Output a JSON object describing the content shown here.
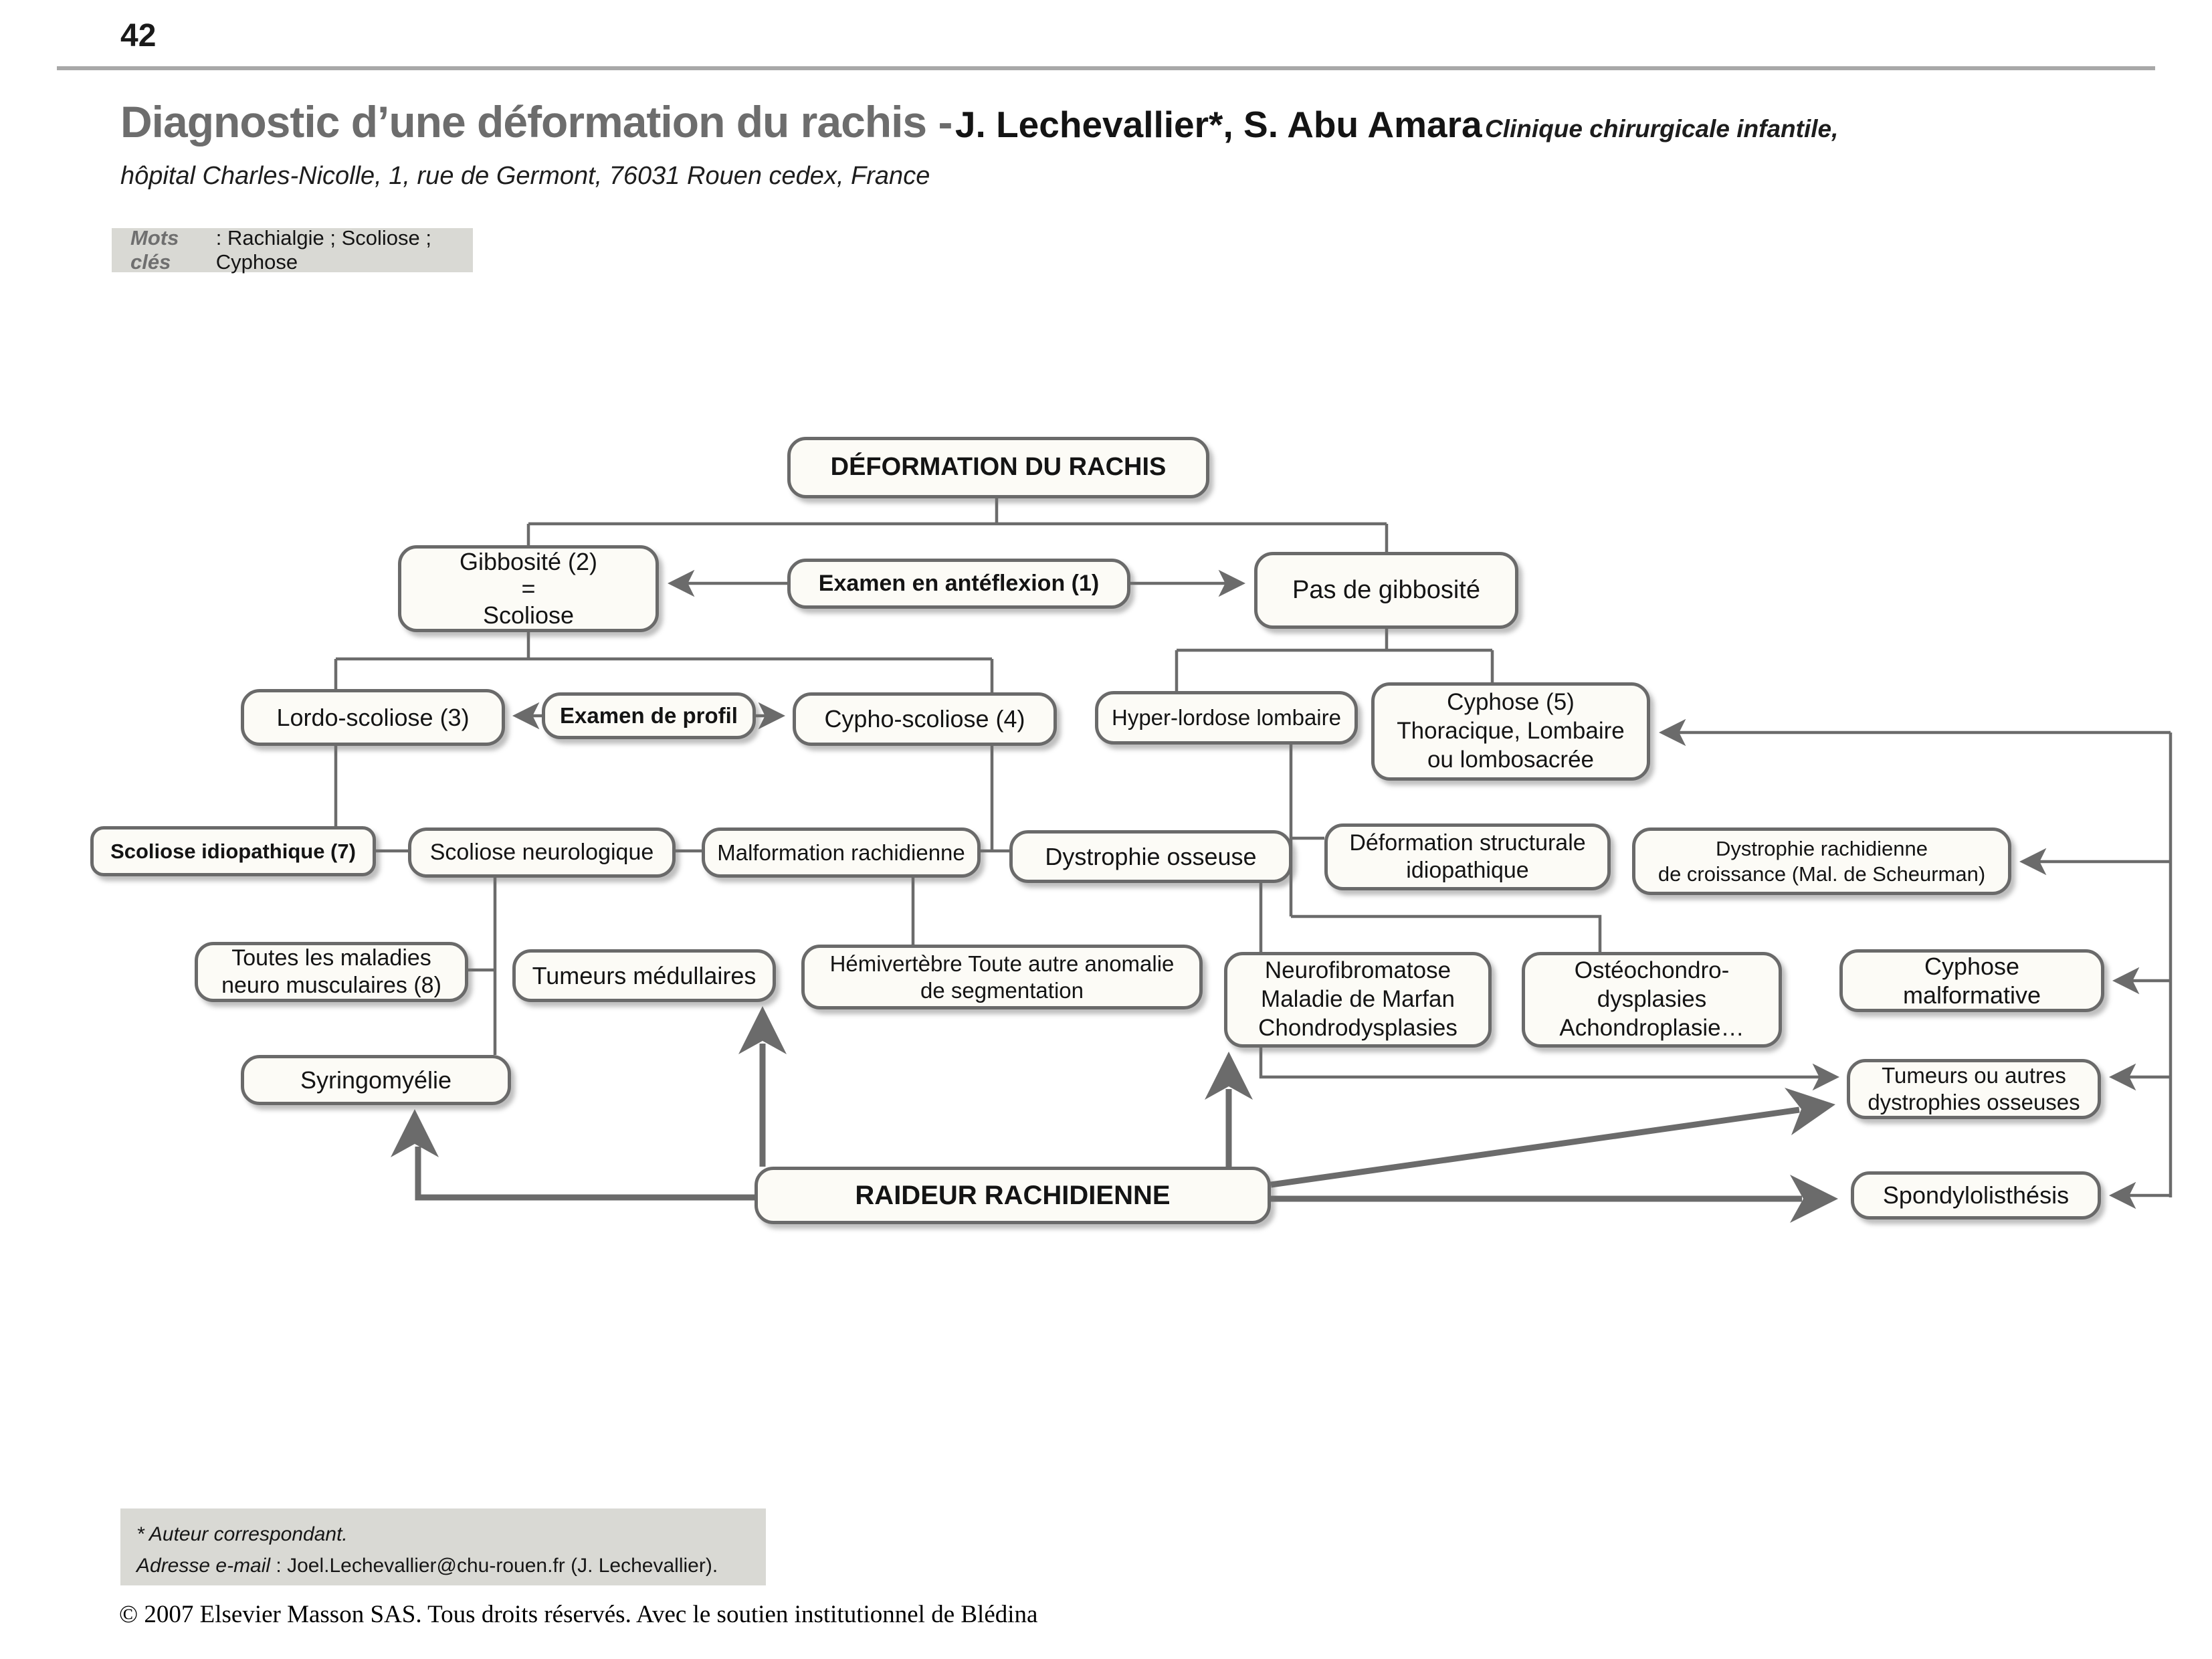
{
  "page_number": "42",
  "header": {
    "title_main": "Diagnostic d’une déformation du rachis -",
    "title_authors": "J. Lechevallier*, S. Abu Amara",
    "affiliation_inline": "Clinique chirurgicale infantile,",
    "affiliation_line2": "hôpital Charles-Nicolle, 1, rue de Germont, 76031 Rouen cedex, France"
  },
  "keywords": {
    "label": "Mots clés",
    "value": ": Rachialgie ; Scoliose ; Cyphose"
  },
  "diagram": {
    "nodes": {
      "deformation": {
        "lines": [
          "DÉFORMATION DU RACHIS"
        ]
      },
      "gibbosite": {
        "lines": [
          "Gibbosité (2)",
          "=",
          "Scoliose"
        ]
      },
      "examen_anteflexion": {
        "lines": [
          "Examen en antéflexion (1)"
        ]
      },
      "pas_gibbosite": {
        "lines": [
          "Pas de gibbosité"
        ]
      },
      "lordo_scoliose": {
        "lines": [
          "Lordo-scoliose (3)"
        ]
      },
      "examen_profil": {
        "lines": [
          "Examen de profil"
        ]
      },
      "cypho_scoliose": {
        "lines": [
          "Cypho-scoliose (4)"
        ]
      },
      "hyper_lordose": {
        "lines": [
          "Hyper-lordose lombaire"
        ]
      },
      "cyphose5": {
        "lines": [
          "Cyphose (5)",
          "Thoracique, Lombaire",
          "ou lombosacrée"
        ]
      },
      "scoliose_idiopathique": {
        "lines": [
          "Scoliose idiopathique (7)"
        ]
      },
      "scoliose_neurologique": {
        "lines": [
          "Scoliose neurologique"
        ]
      },
      "malformation": {
        "lines": [
          "Malformation rachidienne"
        ]
      },
      "dystrophie_osseuse": {
        "lines": [
          "Dystrophie osseuse"
        ]
      },
      "deformation_structurale": {
        "lines": [
          "Déformation structurale",
          "idiopathique"
        ]
      },
      "dystrophie_rachidienne": {
        "lines": [
          "Dystrophie rachidienne",
          "de croissance (Mal. de Scheurman)"
        ]
      },
      "maladies_neuro": {
        "lines": [
          "Toutes les maladies",
          "neuro musculaires (8)"
        ]
      },
      "tumeurs_medullaires": {
        "lines": [
          "Tumeurs médullaires"
        ]
      },
      "hemivertebre": {
        "lines": [
          "Hémivertèbre Toute autre anomalie",
          "de segmentation"
        ]
      },
      "neurofibromatose": {
        "lines": [
          "Neurofibromatose",
          "Maladie de Marfan",
          "Chondrodysplasies"
        ]
      },
      "osteochondro": {
        "lines": [
          "Ostéochondro-",
          "dysplasies",
          "Achondroplasie…"
        ]
      },
      "cyphose_malformative": {
        "lines": [
          "Cyphose",
          "malformative"
        ]
      },
      "syringomyelie": {
        "lines": [
          "Syringomyélie"
        ]
      },
      "tumeurs_autres": {
        "lines": [
          "Tumeurs ou autres",
          "dystrophies osseuses"
        ]
      },
      "raideur": {
        "lines": [
          "RAIDEUR RACHIDIENNE"
        ]
      },
      "spondylolisthesis": {
        "lines": [
          "Spondylolisthésis"
        ]
      }
    },
    "edges": [
      "deformation-du-rachis - gibbosite-scoliose",
      "deformation-du-rachis - pas-de-gibbosite",
      "examen-anteflexion => gibbosite-scoliose",
      "examen-anteflexion => pas-de-gibbosite",
      "gibbosite-scoliose - lordo-scoliose",
      "gibbosite-scoliose - cypho-scoliose",
      "examen-profil => lordo-scoliose",
      "examen-profil => cypho-scoliose",
      "pas-de-gibbosite - hyper-lordose-lombaire",
      "pas-de-gibbosite - cyphose-5",
      "lordo-scoliose - scoliose-idiopathique",
      "cypho-scoliose - malformation-rachidienne",
      "scoliose-idiopathique - scoliose-neurologique",
      "scoliose-neurologique - malformation-rachidienne",
      "malformation-rachidienne - dystrophie-osseuse",
      "hyper-lordose-lombaire - deformation-structurale-idiopathique",
      "hyper-lordose-lombaire - osteochondrodysplasies",
      "dystrophie-osseuse - neurofibromatose-marfan",
      "scoliose-neurologique - toutes-les-maladies-neuro",
      "scoliose-neurologique - syringomyelie",
      "malformation-rachidienne - hemivertebre",
      "neurofibromatose-marfan => tumeurs-ou-autres-dystrophies",
      "raideur-rachidienne ~> syringomyelie",
      "raideur-rachidienne ~> hemivertebre",
      "raideur-rachidienne ~> neurofibromatose-marfan",
      "raideur-rachidienne ~> tumeurs-ou-autres-dystrophies",
      "raideur-rachidienne ~> spondylolisthesis",
      "feedback-line => cyphose-5",
      "feedback-line => dystrophie-rachidienne-croissance",
      "feedback-line => cyphose-malformative",
      "feedback-line => tumeurs-ou-autres-dystrophies",
      "feedback-line => spondylolisthesis"
    ]
  },
  "footer": {
    "note1": "* Auteur correspondant.",
    "email_label": "Adresse e-mail",
    "email_rest": " : Joel.Lechevallier@chu-rouen.fr (J. Lechevallier).",
    "copyright": "© 2007 Elsevier Masson SAS. Tous droits réservés. Avec le soutien institutionnel de Blédina"
  },
  "colors": {
    "title_gray": "#6d6d6d",
    "line_gray": "#6b6b6b",
    "box_border": "#6a6a6a",
    "box_fill": "#fcfbf6",
    "keyword_bg": "#d9d9d4",
    "footnote_bg": "#d9d9d4"
  }
}
